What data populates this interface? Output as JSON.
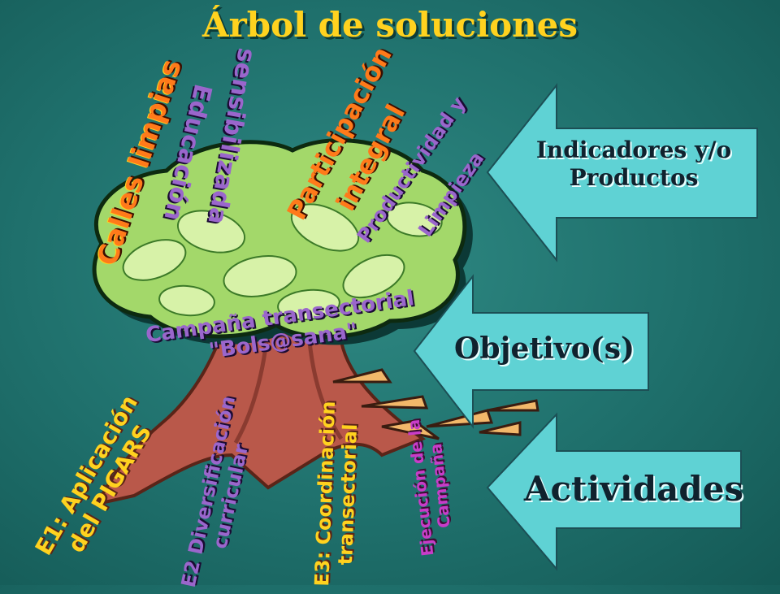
{
  "title": "Árbol de soluciones",
  "arrows": {
    "indicadores": {
      "line1": "Indicadores y/o",
      "line2": "Productos"
    },
    "objetivo": "Objetivo(s)",
    "actividades": "Actividades"
  },
  "crown_words": {
    "calles": "Calles limpias",
    "educacion": "Educación",
    "sensibilizada": "sensibilizada",
    "participacion": "Participación",
    "integral": "integral",
    "productividad": "Productividad y",
    "limpieza": "Limpieza"
  },
  "objective": {
    "line1": "Campaña transectorial",
    "line2": "\"Bols@sana\""
  },
  "roots": {
    "e1": {
      "line1": "E1: Aplicación",
      "line2": "del PIGARS"
    },
    "e2": {
      "line1": "E2 Diversificación",
      "line2": "curricular"
    },
    "e3": {
      "line1": "E3: Coordinación",
      "line2": "transectorial"
    },
    "e4": {
      "line1": "Ejecución de la",
      "line2": "Campaña"
    }
  },
  "colors": {
    "background": "#1f706c",
    "title": "#ffd21f",
    "arrow_fill": "#5fd2d4",
    "crown": "#a3d86a",
    "trunk": "#b9584a",
    "wordart_purple": "#9a66cc",
    "wordart_orange": "#ff7a1a",
    "wordart_yellow": "#ffd21f"
  }
}
